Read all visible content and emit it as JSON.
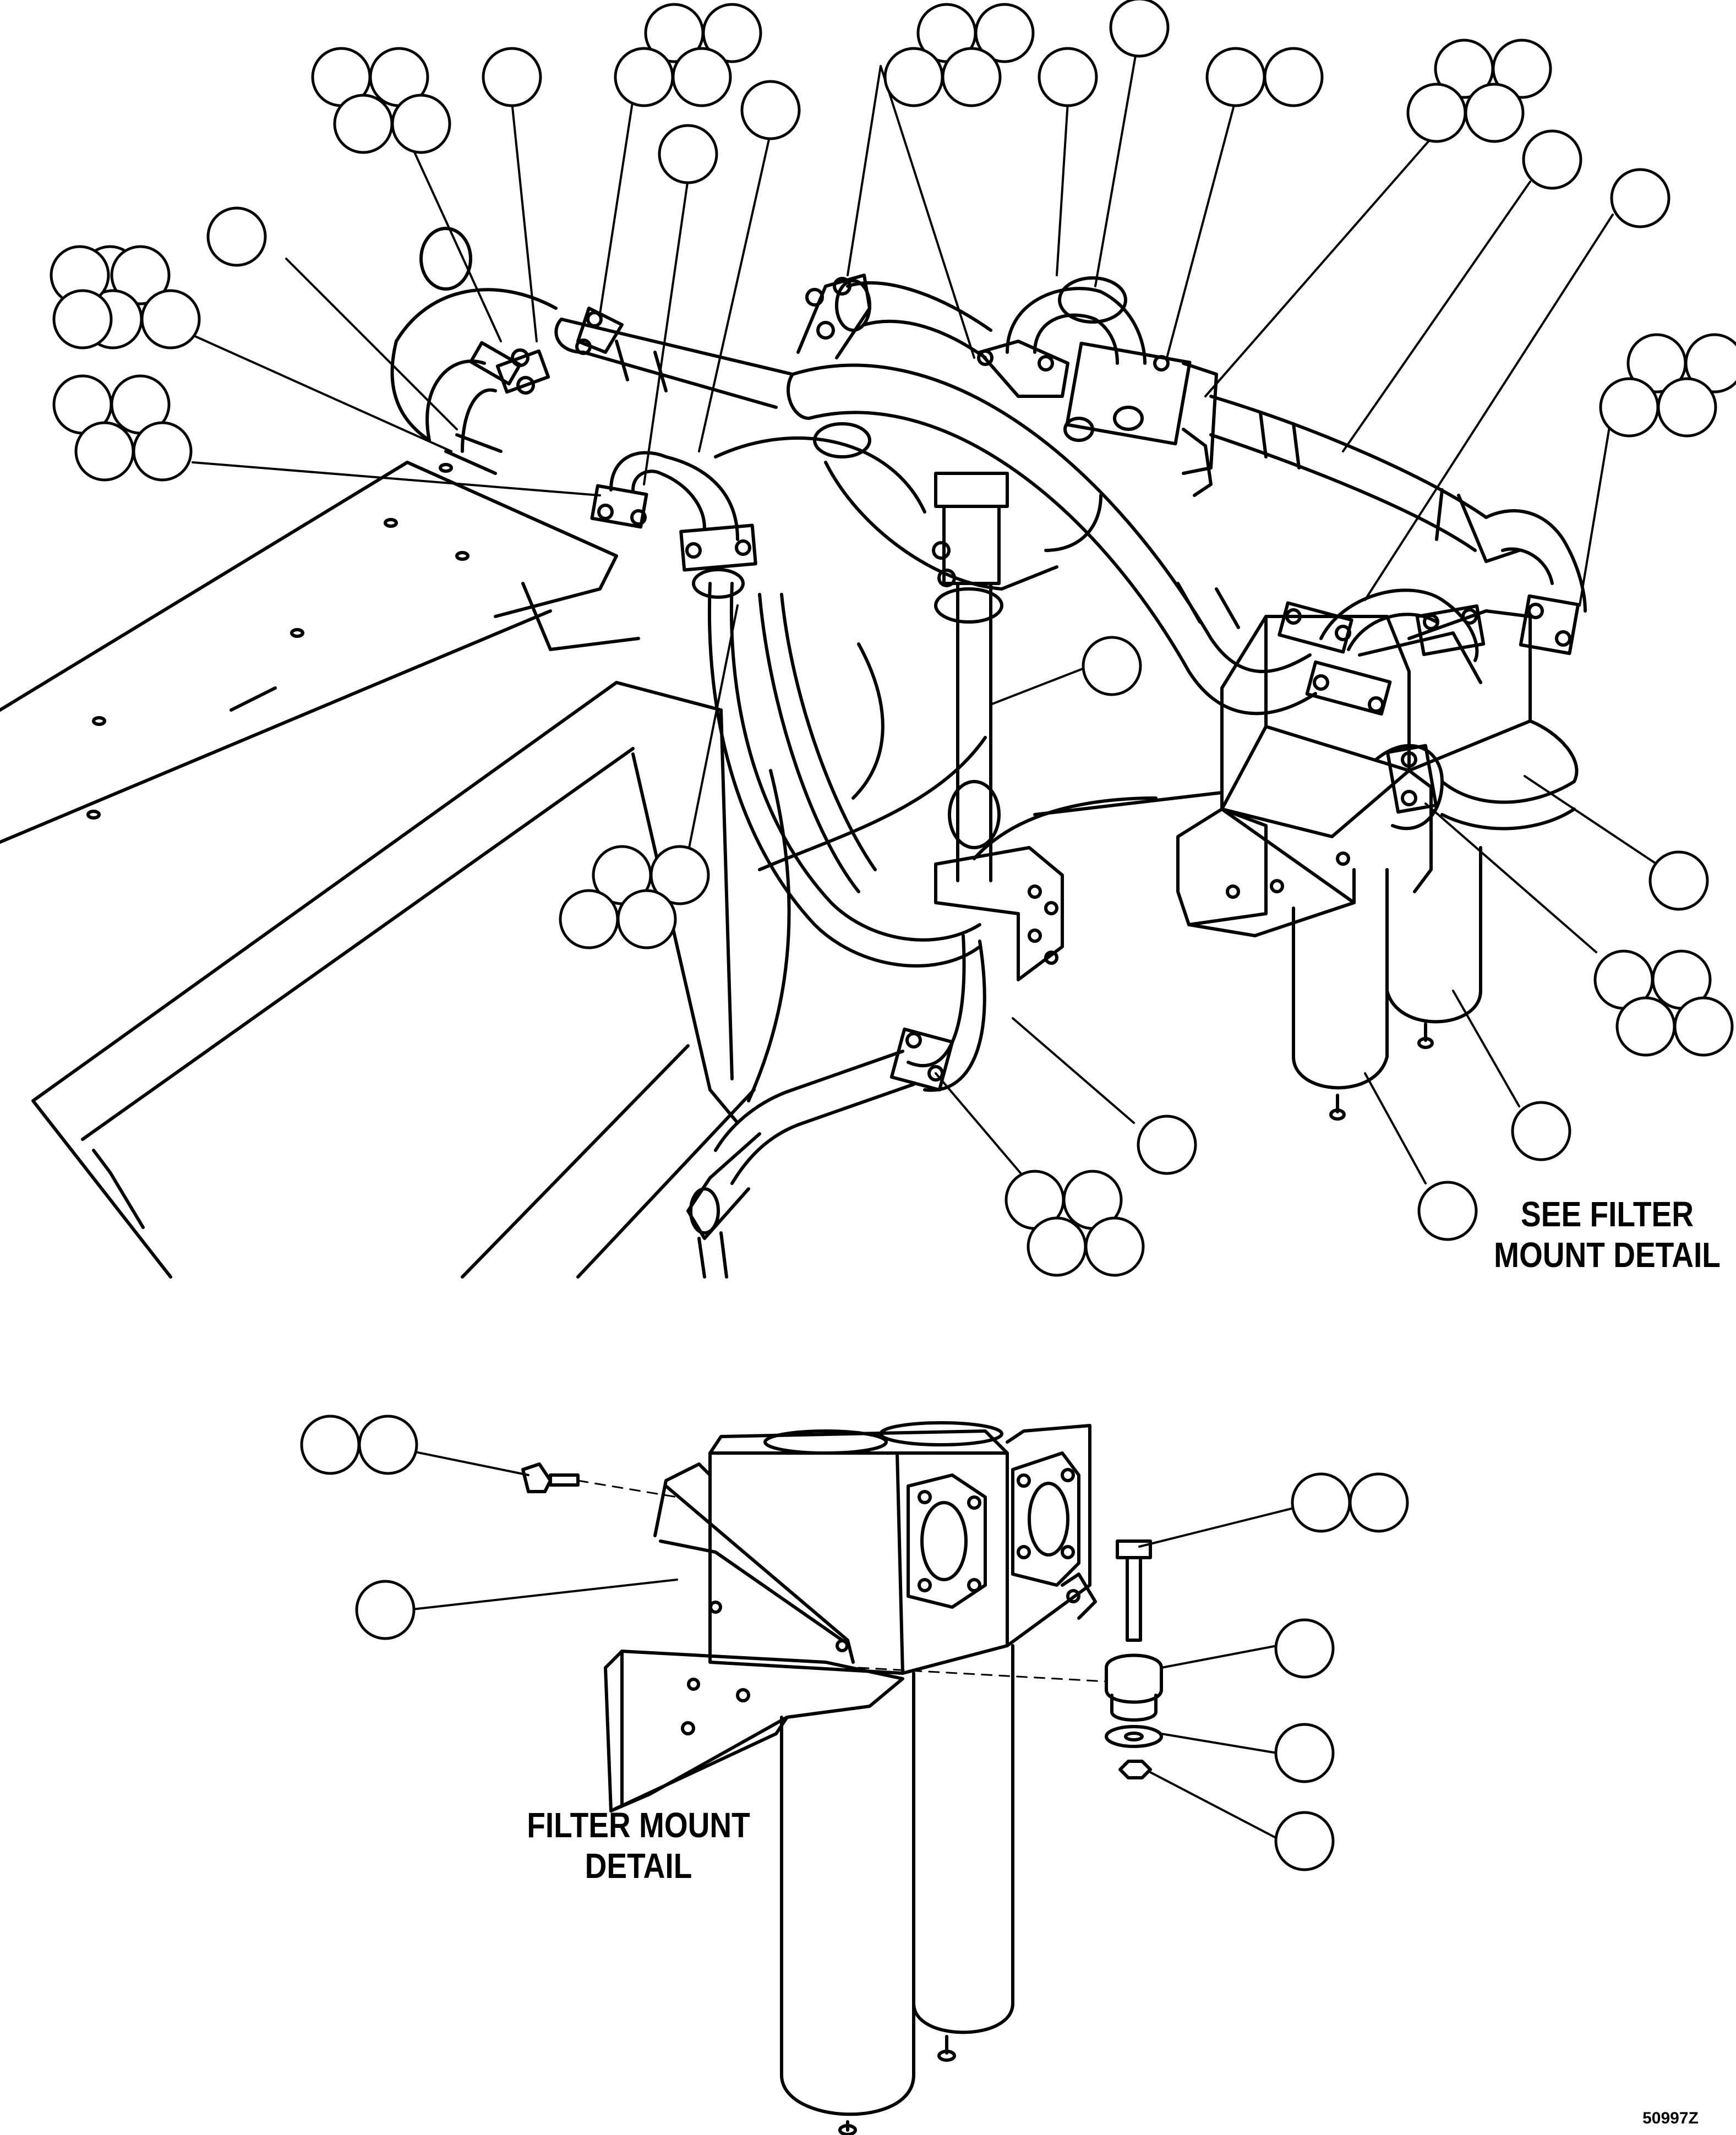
{
  "labels": {
    "see_filter_line1": "SEE FILTER",
    "see_filter_line2": "MOUNT DETAIL",
    "filter_mount_line1": "FILTER MOUNT",
    "filter_mount_line2": "DETAIL",
    "figure_id": "50997Z"
  },
  "callout_balloons": "empty (no reference numbers printed)",
  "colors": {
    "line": "#000000",
    "background": "#ffffff"
  }
}
